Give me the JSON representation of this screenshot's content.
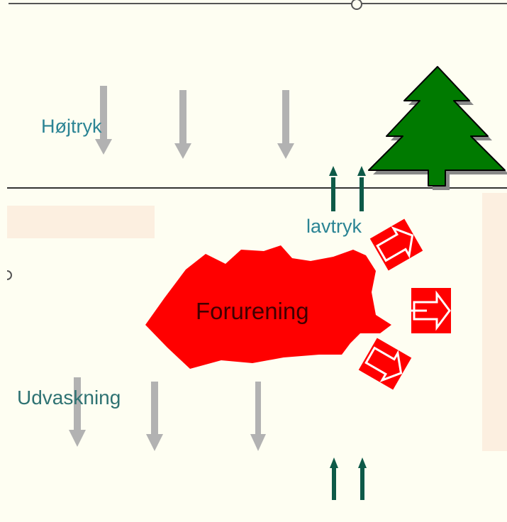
{
  "labels": {
    "high_pressure": "Højtryk",
    "low_pressure": "lavtryk",
    "pollution": "Forurening",
    "leaching": "Udvaskning"
  },
  "colors": {
    "background": "#fefef2",
    "label_teal": "#2b8494",
    "leaching_teal": "#2e7272",
    "pollution_red": "#ff0000",
    "tree_green": "#007a00",
    "gray_arrow": "#b2b2b2",
    "dark_green_arrow": "#0e5a48",
    "peach_panel": "#fcefe0",
    "ground_line": "#333333"
  },
  "icons": {
    "tree": "pine-tree-icon",
    "down_arrow": "down-arrow-icon",
    "up_arrow": "up-arrow-icon",
    "spread_arrow": "spread-arrow-icon"
  }
}
